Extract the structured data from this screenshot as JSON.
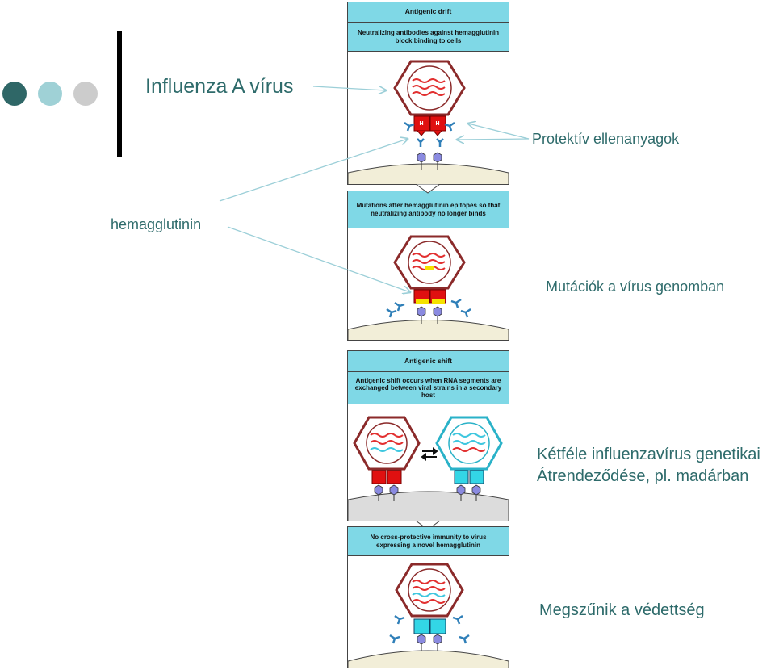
{
  "slide": {
    "title": "Influenza A vírus",
    "labels": {
      "protective_antibodies": "Protektív ellenanyagok",
      "hemagglutinin": "hemagglutinin",
      "mutations": "Mutációk a vírus genomban",
      "reassortment_line1": "Kétféle influenzavírus genetikai",
      "reassortment_line2": "Átrendeződése, pl. madárban",
      "protection_lost": "Megszűnik a védettség"
    },
    "nav_dots": [
      "#2f6767",
      "#9fd1d6",
      "#cccccc"
    ]
  },
  "figure": {
    "drift": {
      "title": "Antigenic drift",
      "step1": "Neutralizing antibodies against hemagglutinin block binding to cells",
      "step2": "Mutations after hemagglutinin epitopes so that neutralizing antibody no longer binds"
    },
    "shift": {
      "title": "Antigenic shift",
      "step1": "Antigenic shift occurs when RNA segments are exchanged between viral strains in a secondary host",
      "step2": "No cross-protective immunity to virus expressing a novel hemagglutinin"
    },
    "ha_label": "H",
    "colors": {
      "header_bg": "#7fd8e6",
      "capsid": "#8b2a2a",
      "ha_red": "#e01010",
      "ha_cyan": "#33d6e6",
      "rna_red": "#e23030",
      "rna_cyan": "#3fc7df",
      "antibody": "#2f7fb8",
      "receptor": "#8a8ae0",
      "callout_line": "#9ccfd8",
      "label_text": "#2e6b6b"
    }
  }
}
